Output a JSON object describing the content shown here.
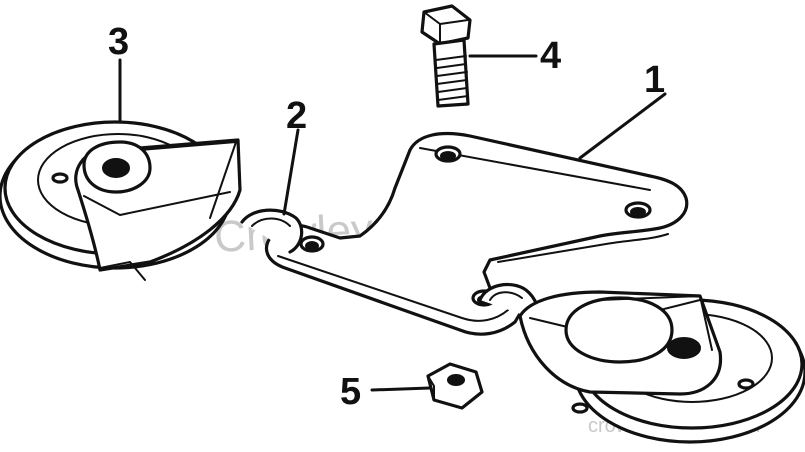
{
  "callouts": [
    {
      "label": "1"
    },
    {
      "label": "2"
    },
    {
      "label": "3"
    },
    {
      "label": "4"
    },
    {
      "label": "5"
    }
  ],
  "watermark": {
    "center": "Crowley Marine",
    "corner": "crowleymarine.com"
  },
  "colors": {
    "ink": "#111111",
    "paper": "#ffffff",
    "watermark": "#c9c9c9"
  }
}
